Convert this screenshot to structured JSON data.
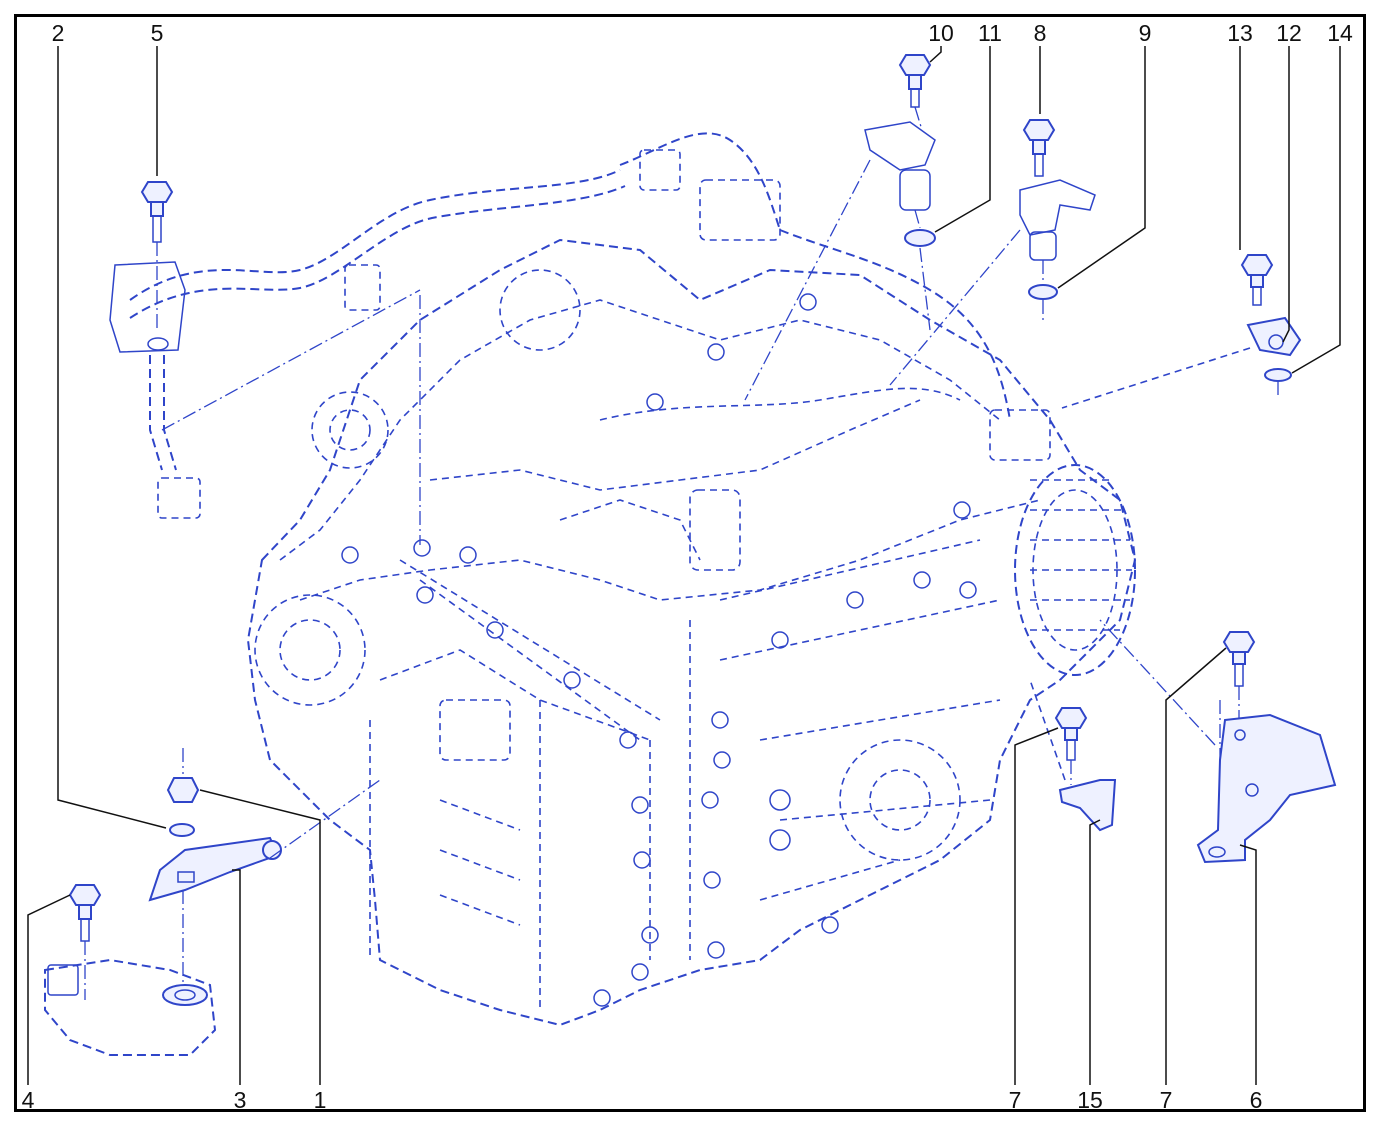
{
  "colors": {
    "ink": "#2f45c9",
    "frame": "#000000",
    "callout": "#111111"
  },
  "callouts": {
    "top": [
      "2",
      "5",
      "10",
      "11",
      "8",
      "9",
      "13",
      "12",
      "14"
    ],
    "bottom": [
      "4",
      "3",
      "1",
      "7",
      "15",
      "7",
      "6"
    ]
  },
  "parts": {
    "bolt_icon": "bolt-icon",
    "nut_icon": "nut-icon",
    "washer_icon": "washer-icon",
    "oring_icon": "o-ring-icon"
  }
}
